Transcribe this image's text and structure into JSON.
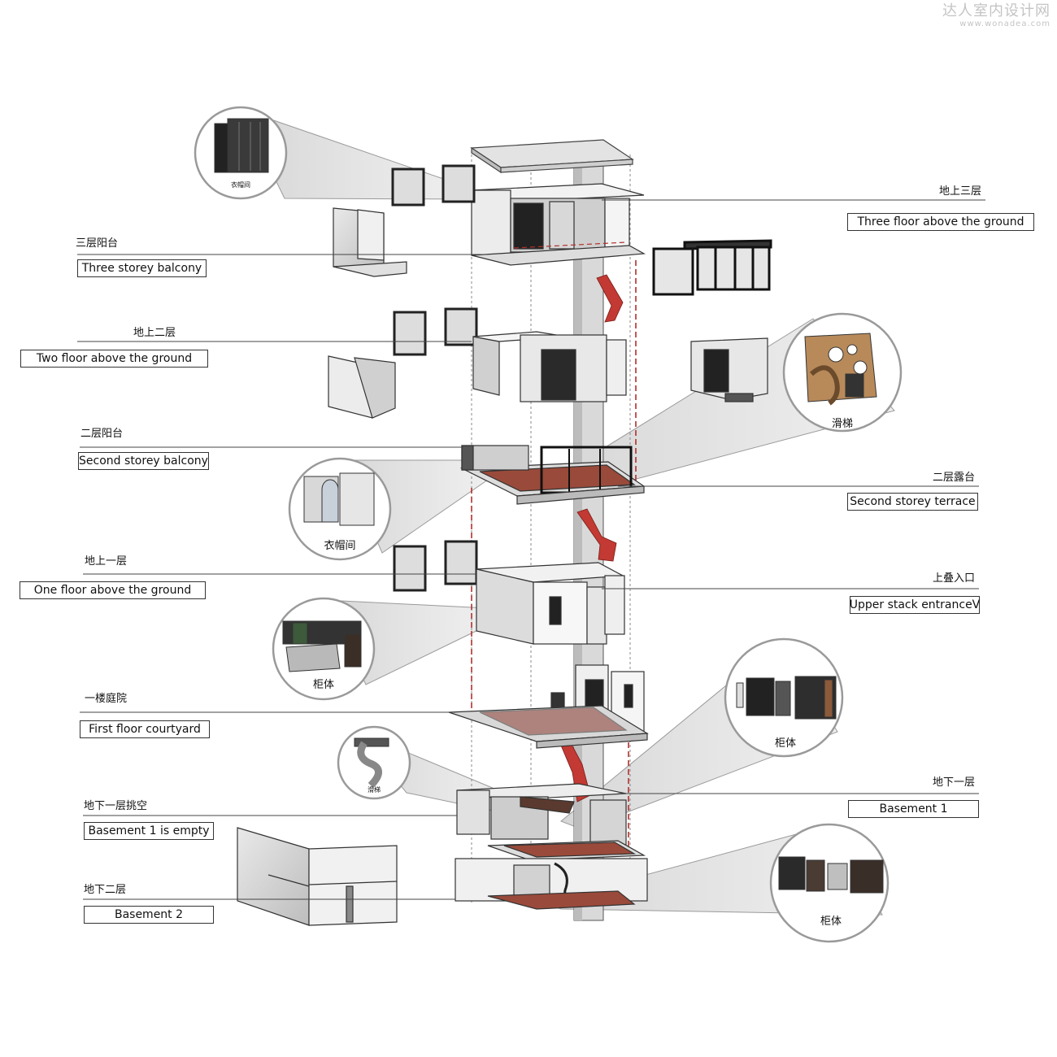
{
  "watermark": {
    "title": "达人室内设计网",
    "url": "www.wonadea.com"
  },
  "labels_left": [
    {
      "cn": "三层阳台",
      "en": "Three storey balcony"
    },
    {
      "cn": "地上二层",
      "en": "Two floor above the ground"
    },
    {
      "cn": "二层阳台",
      "en": "Second storey balcony"
    },
    {
      "cn": "地上一层",
      "en": "One floor above the ground"
    },
    {
      "cn": "一楼庭院",
      "en": "First floor courtyard"
    },
    {
      "cn": "地下一层挑空",
      "en": "Basement 1 is empty"
    },
    {
      "cn": "地下二层",
      "en": "Basement  2"
    }
  ],
  "labels_right": [
    {
      "cn": "地上三层",
      "en": "Three floor above the ground"
    },
    {
      "cn": "二层露台",
      "en": "Second storey terrace"
    },
    {
      "cn": "上叠入口",
      "en": "Upper stack entranceV"
    },
    {
      "cn": "地下一层",
      "en": "Basement 1"
    }
  ],
  "callouts": [
    {
      "label": "衣帽间",
      "icon": "wardrobe-detail"
    },
    {
      "label": "滑梯",
      "icon": "slide-panel-detail"
    },
    {
      "label": "衣帽间",
      "icon": "closet-detail"
    },
    {
      "label": "柜体",
      "icon": "cabinet-kitchen-detail"
    },
    {
      "label": "柜体",
      "icon": "cabinet-panels-detail"
    },
    {
      "label": "滑梯",
      "icon": "spiral-slide-detail"
    },
    {
      "label": "柜体",
      "icon": "cabinet-room-detail"
    }
  ],
  "colors": {
    "accent_red": "#b0302c",
    "line": "#444444",
    "cone": "#d6d6d6",
    "wall": "#e9e9e9"
  }
}
